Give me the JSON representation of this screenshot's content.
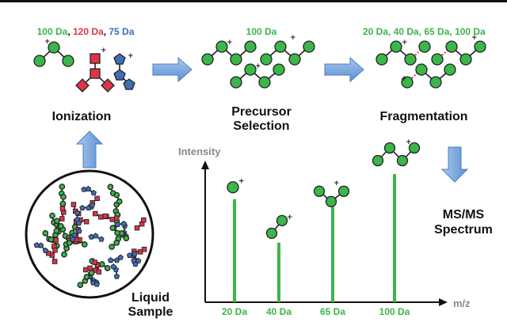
{
  "ionization": {
    "masses": [
      {
        "text": "100 Da",
        "color": "#3cb54a"
      },
      {
        "text": ",",
        "color": "#111111"
      },
      {
        "text": " 120 Da",
        "color": "#e0334a"
      },
      {
        "text": ",",
        "color": "#111111"
      },
      {
        "text": " 75 Da",
        "color": "#3d6fb6"
      }
    ],
    "label": "Ionization"
  },
  "precursor": {
    "mass": "100 Da",
    "label_line1": "Precursor",
    "label_line2": "Selection"
  },
  "fragmentation": {
    "masses": "20 Da, 40 Da, 65 Da, 100 Da",
    "label": "Fragmentation"
  },
  "sample": {
    "label_line1": "Liquid",
    "label_line2": "Sample"
  },
  "spectrum": {
    "label_line1": "MS/MS",
    "label_line2": "Spectrum",
    "y_axis_title": "Intensity",
    "x_axis_title": "m/z"
  },
  "colors": {
    "green": "#3cb54a",
    "red": "#e0334a",
    "blue": "#3d6fb6",
    "arrow": "#6f9fd8"
  },
  "chart_data": {
    "type": "bar",
    "categories": [
      "20 Da",
      "40 Da",
      "65 Da",
      "100 Da"
    ],
    "values": [
      0.78,
      0.45,
      0.72,
      0.97
    ],
    "ylabel": "Intensity",
    "xlabel": "m/z",
    "ylim": [
      0,
      1
    ],
    "grid": false
  }
}
